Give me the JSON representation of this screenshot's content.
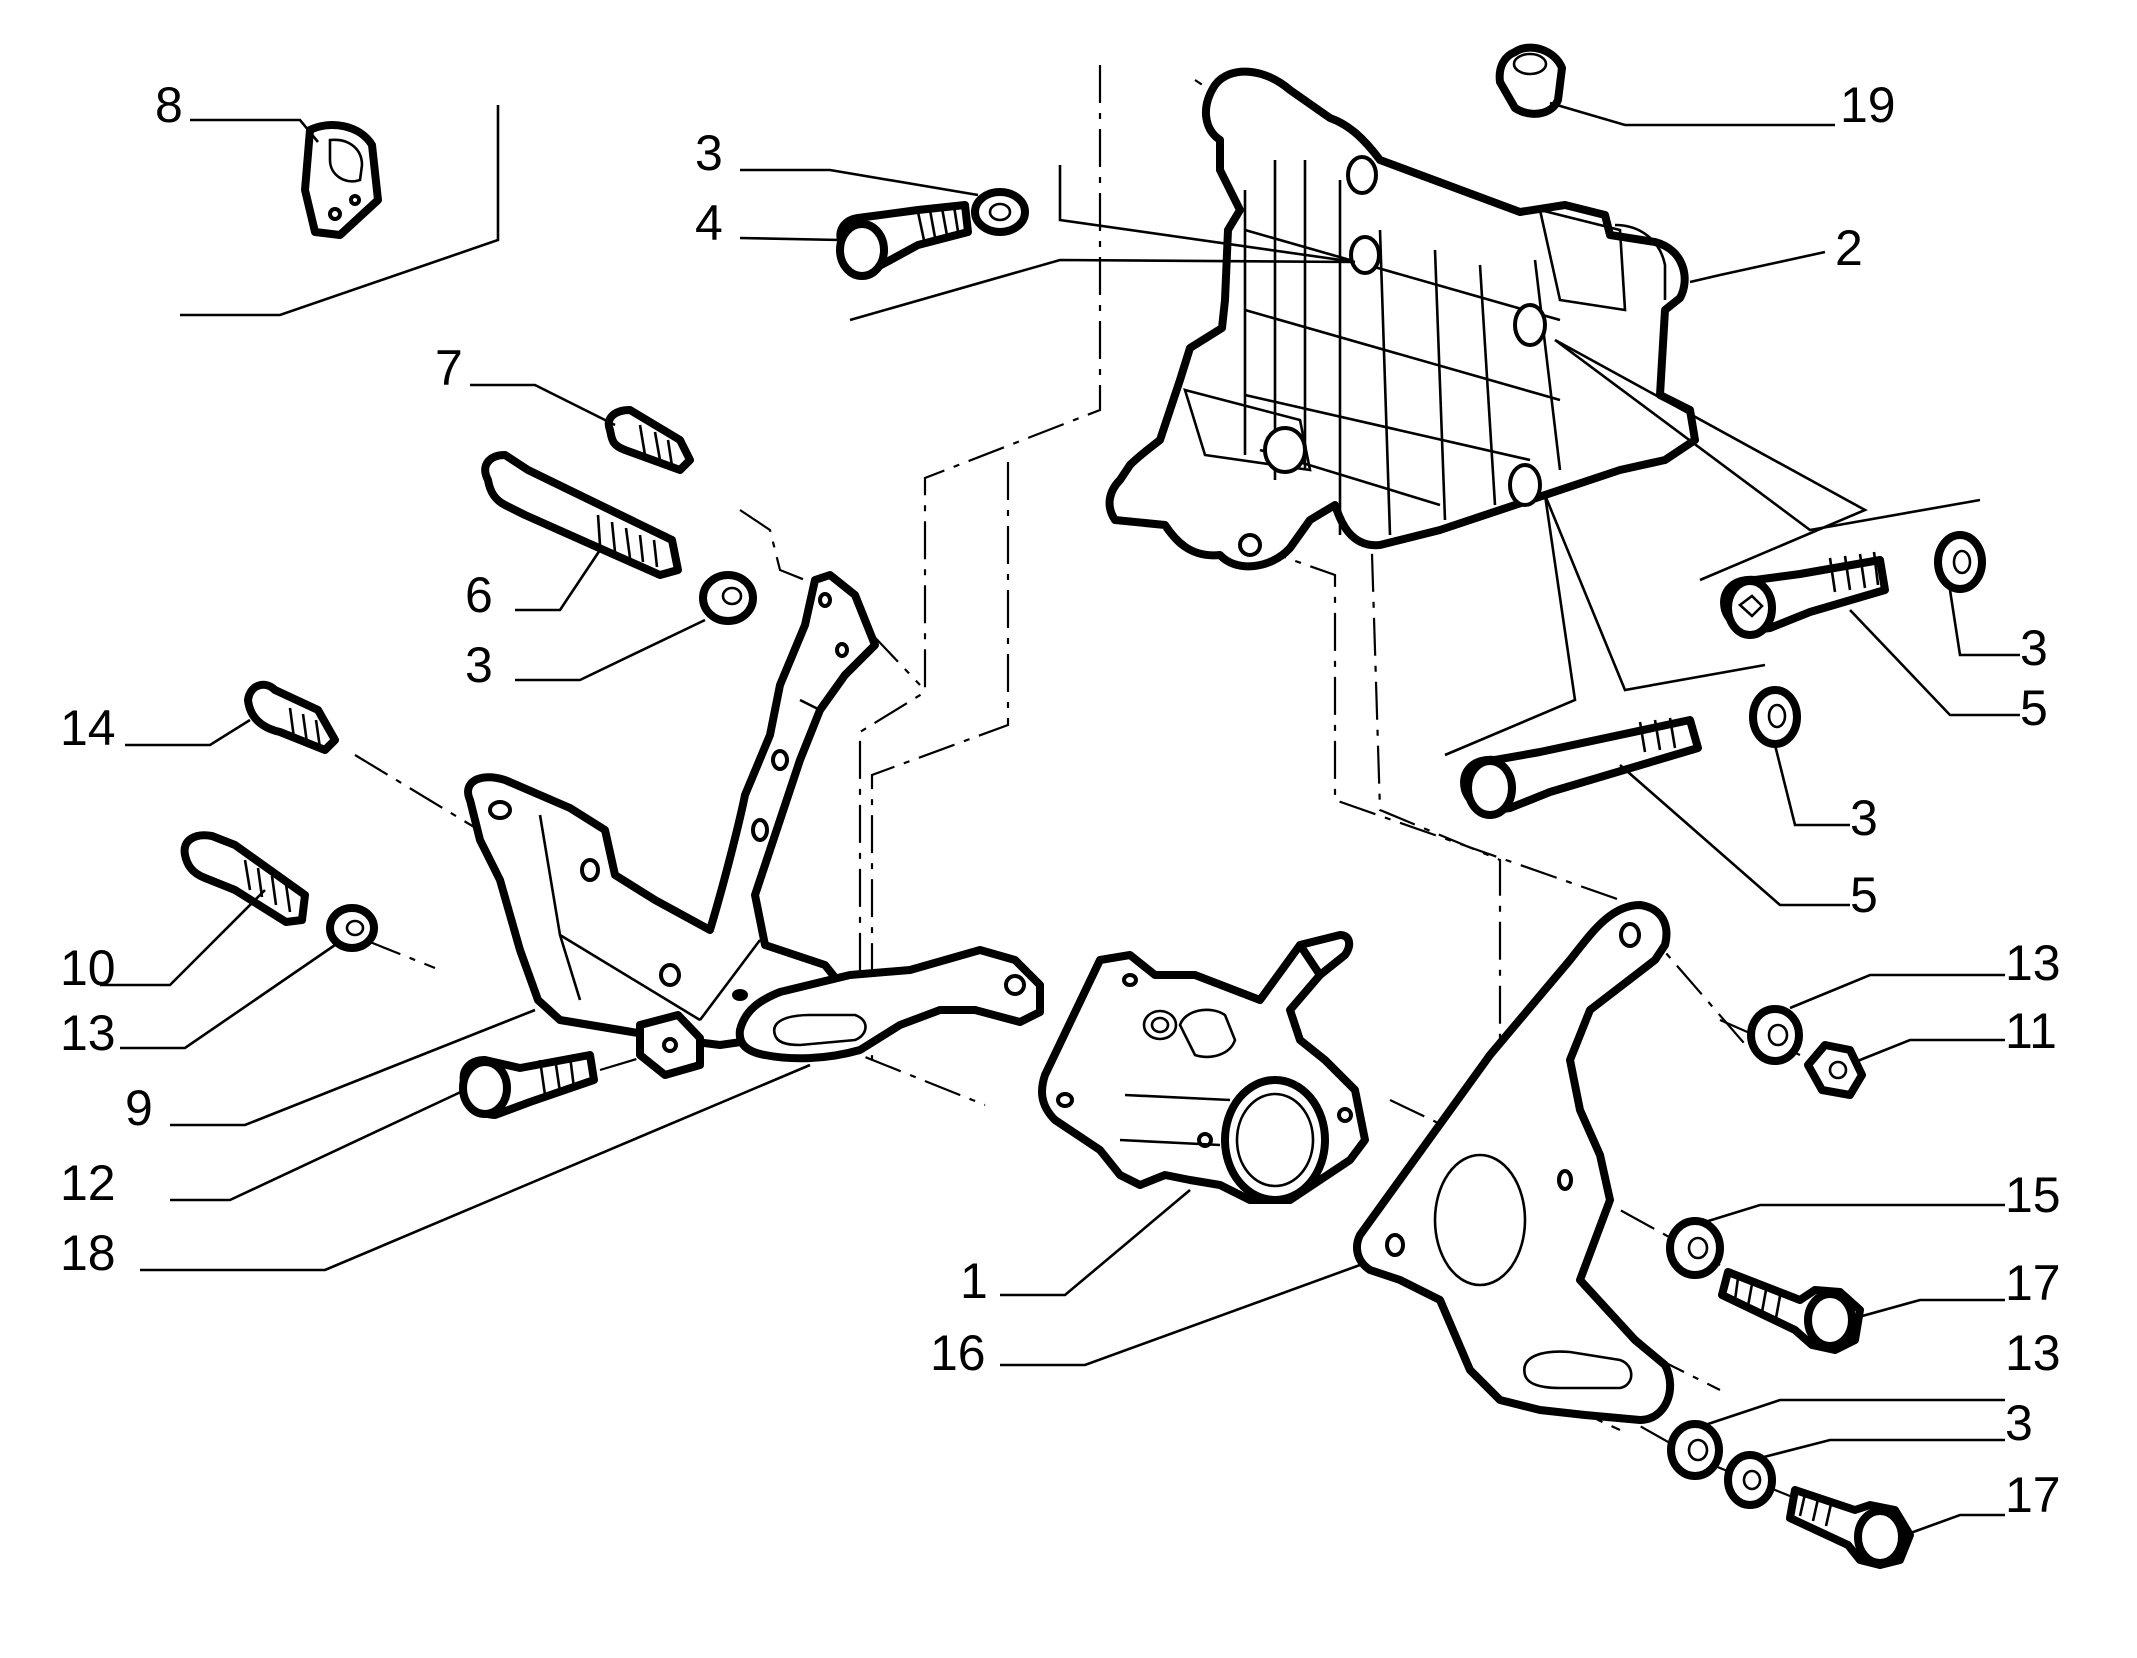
{
  "labels": {
    "l1": "1",
    "l2": "2",
    "l3a": "3",
    "l3b": "3",
    "l3c": "3",
    "l3d": "3",
    "l3e": "3",
    "l4": "4",
    "l5a": "5",
    "l5b": "5",
    "l6": "6",
    "l7": "7",
    "l8": "8",
    "l9": "9",
    "l10": "10",
    "l11": "11",
    "l12": "12",
    "l13a": "13",
    "l13b": "13",
    "l13c": "13",
    "l14": "14",
    "l15": "15",
    "l16": "16",
    "l17a": "17",
    "l17b": "17",
    "l18": "18",
    "l19": "19"
  }
}
